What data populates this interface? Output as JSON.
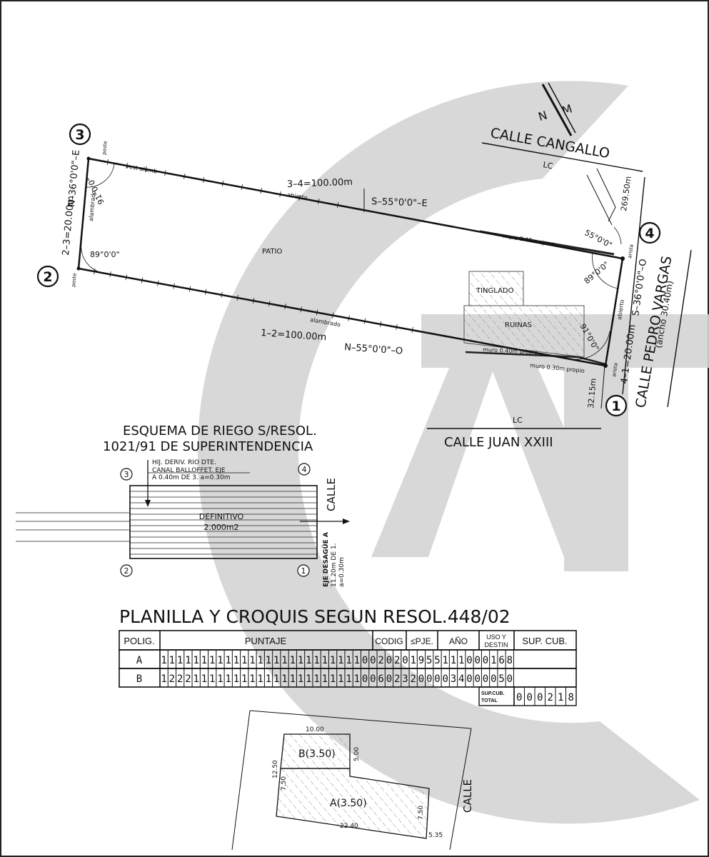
{
  "watermark": {
    "color": "#d4d4d4"
  },
  "north": {
    "label_n": "N",
    "label_m": "M"
  },
  "streets": {
    "cangallo": "CALLE  CANGALLO",
    "juan": "CALLE  JUAN  XXIII",
    "pedro": "CALLE  PEDRO  VARGAS",
    "pedro_width": "(ancho 30.40m)",
    "lc": "LC",
    "calle": "CALLE"
  },
  "vertices": [
    "1",
    "2",
    "3",
    "4"
  ],
  "plot": {
    "side_12": "1–2=100.00m",
    "bearing_12": "N–55°0'0\"–O",
    "side_23": "2–3=20.00m",
    "bearing_23": "N–36°0'0\"–E",
    "side_34": "3–4=100.00m",
    "bearing_34": "S–55°0'0\"–E",
    "side_41": "4–1=20.00m",
    "bearing_41": "S–36°0'0\"–O",
    "angle_3": "91°0'0\"",
    "angle_2": "89°0'0\"",
    "angle_4a": "55°0'0\"",
    "angle_4b": "89°0'0\"",
    "angle_1": "91°0'0\"",
    "dist_cangallo": "269.50m",
    "dist_juan": "32.15m",
    "patio": "PATIO",
    "tinglado": "TINGLADO",
    "ruinas": "RUINAS",
    "vest_alamb": "vest  alamb",
    "alambrado": "alambrado",
    "abierto": "abierto",
    "poste": "poste",
    "arista": "arista",
    "muro_ajeno": "muro  0.40m  ajeno",
    "muro_propio_40": "muro  0.40m  propio",
    "muro_propio_30": "muro  0.30m  propio"
  },
  "riego": {
    "title_1": "ESQUEMA  DE  RIEGO  S/RESOL.",
    "title_2": "1021/91  DE  SUPERINTENDENCIA",
    "hij": "HIJ.  DERIV.  RIO  DTE.",
    "canal": "CANAL  BALLOFFET.  EJE",
    "canal_2": "A  0.40m  DE  3.  a=0.30m",
    "definitivo": "DEFINITIVO",
    "area": "2.000m2",
    "desague_1": "EJE  DESAGÜE  A",
    "desague_2": "11.20m  DE  1.",
    "desague_3": "a=0.30m"
  },
  "planilla": {
    "title": "PLANILLA  Y  CROQUIS  SEGUN  RESOL.448/02",
    "headers": {
      "polig": "POLIG.",
      "puntaje": "PUNTAJE",
      "codig": "CODIG",
      "pje": "≤PJE.",
      "ano": "AÑO",
      "uso_1": "USO Y",
      "uso_2": "DESTIN",
      "sup": "SUP. CUB."
    },
    "rows": [
      {
        "polig": "A",
        "digits": [
          "1",
          "1",
          "1",
          "1",
          "1",
          "1",
          "1",
          "1",
          "1",
          "1",
          "1",
          "1",
          "1",
          "1",
          "1",
          "1",
          "1",
          "1",
          "1",
          "1",
          "1",
          "1",
          "1",
          "1",
          "1",
          "0",
          "0",
          "2",
          "0",
          "2",
          "0",
          "1",
          "9",
          "5",
          "5",
          "1",
          "1",
          "1",
          "0",
          "0",
          "0",
          "1",
          "6",
          "8"
        ]
      },
      {
        "polig": "B",
        "digits": [
          "1",
          "2",
          "2",
          "2",
          "1",
          "1",
          "1",
          "1",
          "1",
          "1",
          "1",
          "1",
          "1",
          "1",
          "1",
          "1",
          "1",
          "1",
          "1",
          "1",
          "1",
          "1",
          "1",
          "1",
          "1",
          "0",
          "0",
          "6",
          "0",
          "2",
          "3",
          "2",
          "0",
          "0",
          "0",
          "0",
          "3",
          "4",
          "0",
          "0",
          "0",
          "0",
          "5",
          "0"
        ]
      }
    ],
    "total_label_1": "SUP.CUB.",
    "total_label_2": "TOTAL",
    "total_digits": [
      "0",
      "0",
      "0",
      "2",
      "1",
      "8"
    ]
  },
  "croquis": {
    "b_label": "B(3.50)",
    "a_label": "A(3.50)",
    "d_1000": "10.00",
    "d_500": "5.00",
    "d_1250": "12.50",
    "d_750a": "7.50",
    "d_750b": "7.50",
    "d_2240": "22.40",
    "d_535": "5.35"
  }
}
